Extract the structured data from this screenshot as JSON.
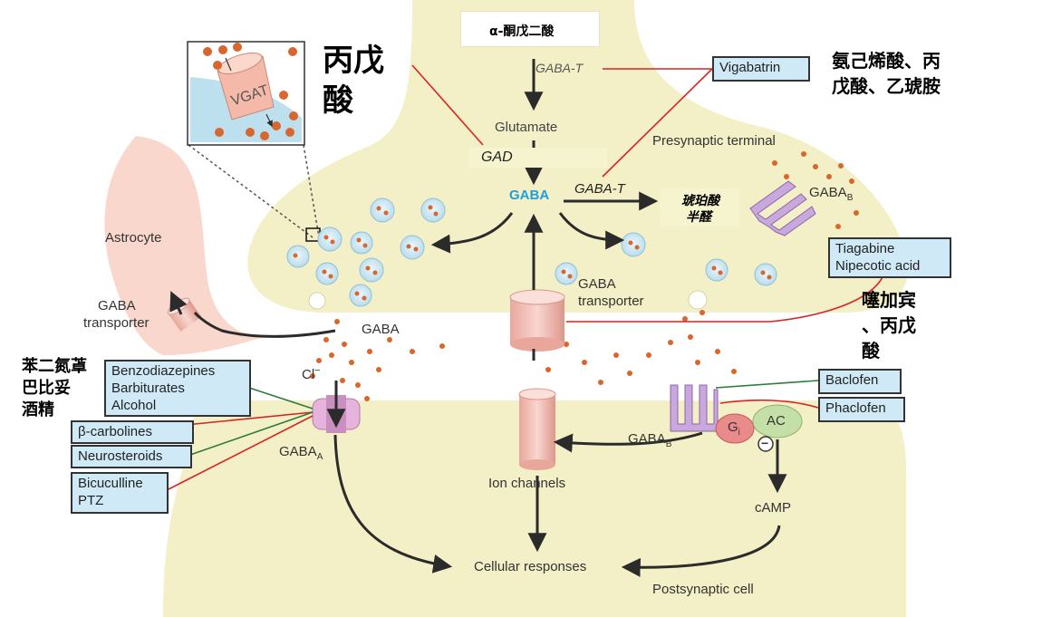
{
  "precursor": "α-酮戊二酸",
  "enzymes": {
    "gaba_t_top": "GABA-T",
    "gad": "GAD",
    "gaba_t_mid": "GABA-T"
  },
  "metabolites": {
    "glutamate": "Glutamate",
    "gaba": "GABA",
    "succinic_semialdehyde": [
      "琥珀酸",
      "半醛"
    ]
  },
  "regions": {
    "presynaptic": "Presynaptic terminal",
    "postsynaptic": "Postsynaptic cell",
    "astrocyte": "Astrocyte"
  },
  "labels": {
    "vgat": "VGAT",
    "gaba_b_pre": "GABA",
    "gaba_b_pre_sub": "B",
    "gaba_transporter_pre": [
      "GABA",
      "transporter"
    ],
    "gaba_transporter_astro": [
      "GABA",
      "transporter"
    ],
    "gaba_cleft": "GABA",
    "chloride": "Cl",
    "chloride_sup": "−",
    "gaba_a": "GABA",
    "gaba_a_sub": "A",
    "gaba_b_post": "GABA",
    "gaba_b_post_sub": "B",
    "gi": "G",
    "gi_sub": "i",
    "ac": "AC",
    "minus": "−",
    "ion_channels": "Ion channels",
    "camp": "cAMP",
    "cellular_responses": "Cellular responses"
  },
  "drug_boxes": {
    "vigabatrin": "Vigabatrin",
    "tiagabine": [
      "Tiagabine",
      "Nipecotic acid"
    ],
    "baclofen": "Baclofen",
    "phaclofen": "Phaclofen",
    "benzo": [
      "Benzodiazepines",
      "Barbiturates",
      "Alcohol"
    ],
    "bcarb": "β-carbolines",
    "neuro": "Neurosteroids",
    "bicu": [
      "Bicuculline",
      "PTZ"
    ]
  },
  "chinese_annotations": {
    "valproate_top": [
      "丙戊",
      "酸"
    ],
    "vigabatrin_cn": [
      "氨己烯酸、丙",
      "戊酸、乙琥胺"
    ],
    "tiagabine_cn": [
      "噻加宾",
      "、丙戊",
      "酸"
    ],
    "benzo_cn": [
      "苯二氮䓬",
      "巴比妥",
      "酒精"
    ]
  },
  "colors": {
    "neuron_fill": "#f3efc6",
    "astrocyte_fill": "#f8cfc4",
    "vesicle": "#cfe6f3",
    "gaba_dot": "#d9662c",
    "receptor_purple": "#c9a8de",
    "transporter_pink": "#f0b8ae",
    "gaba_label": "#1ca0dc",
    "inhibit_red": "#d72424",
    "enhance_green": "#2d7a3a",
    "drug_box_fill": "#cfe9f7"
  }
}
